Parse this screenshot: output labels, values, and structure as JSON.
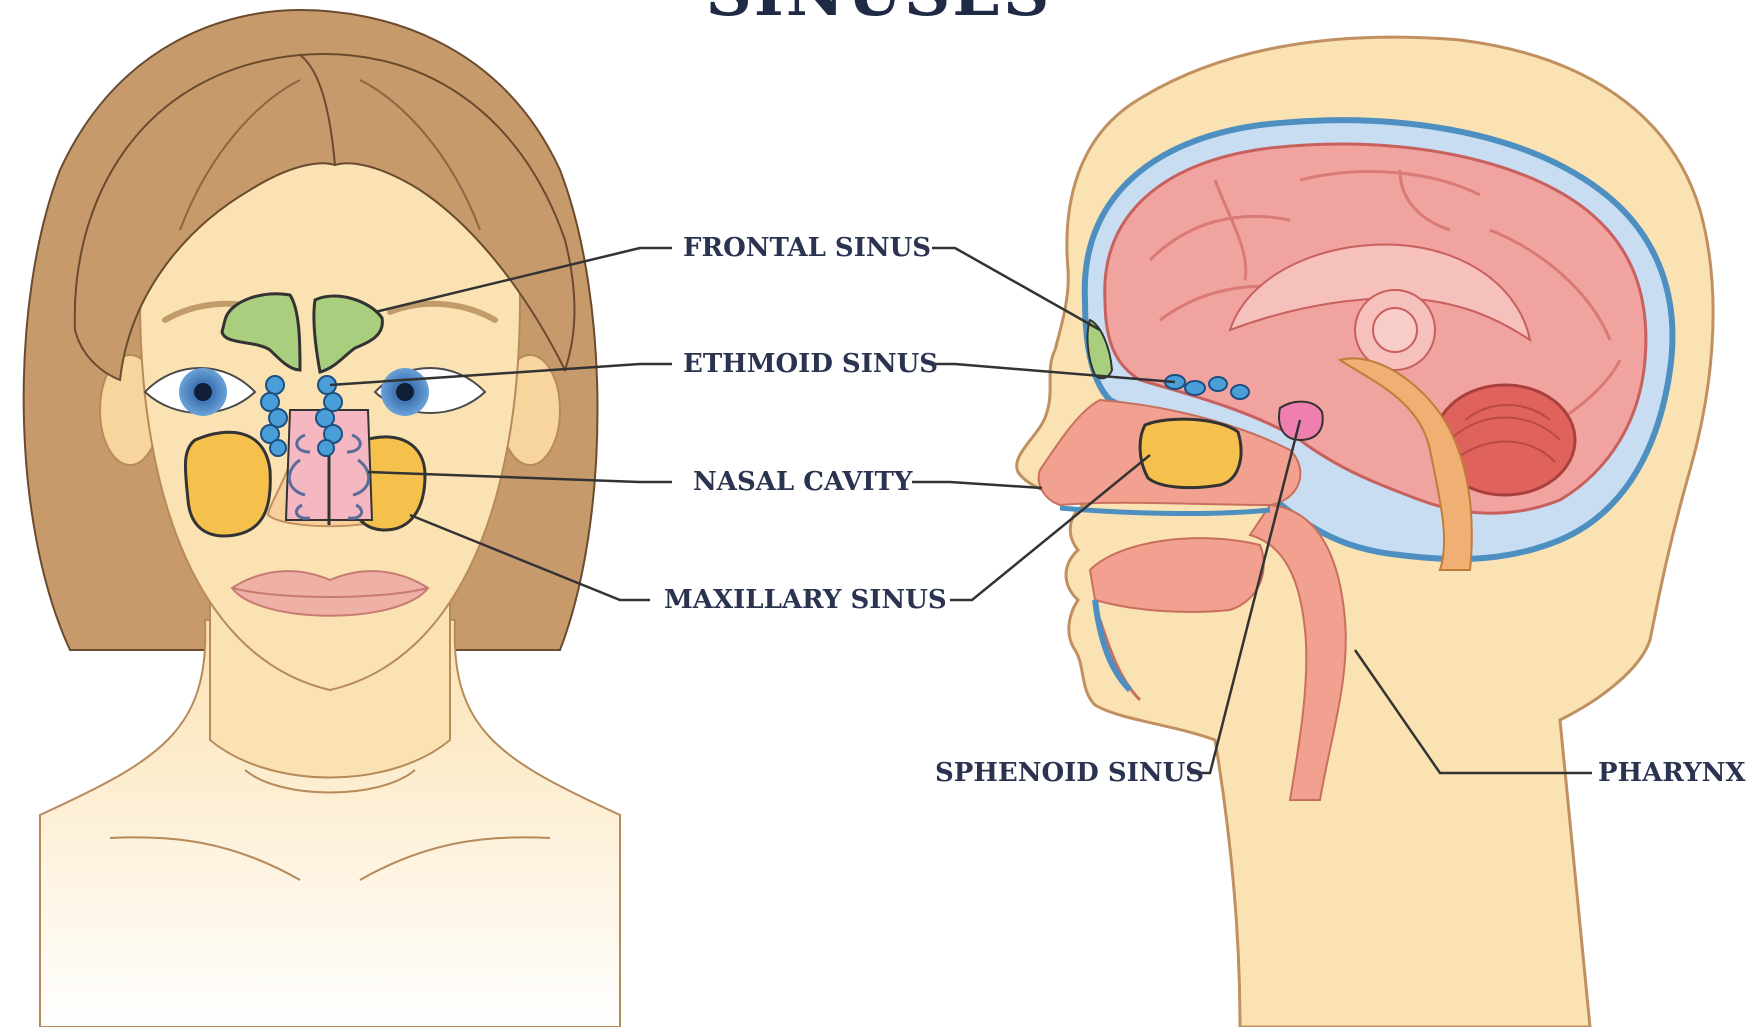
{
  "title": "SINUSES",
  "labels": {
    "frontal": "FRONTAL SINUS",
    "ethmoid": "ETHMOID SINUS",
    "nasal": "NASAL CAVITY",
    "maxillary": "MAXILLARY SINUS",
    "sphenoid": "SPHENOID SINUS",
    "pharynx": "PHARYNX"
  },
  "colors": {
    "skin": "#fbe2b2",
    "hair": "#c79a6c",
    "frontal_sinus": "#a9cf7e",
    "ethmoid_sinus": "#4a9fd9",
    "maxillary_sinus": "#f5c04c",
    "sphenoid_sinus": "#ef7fae",
    "brain": "#f1a3a0",
    "skull_outline": "#4d8fc0",
    "label_text": "#2a3350",
    "title_text": "#1f2a44"
  }
}
